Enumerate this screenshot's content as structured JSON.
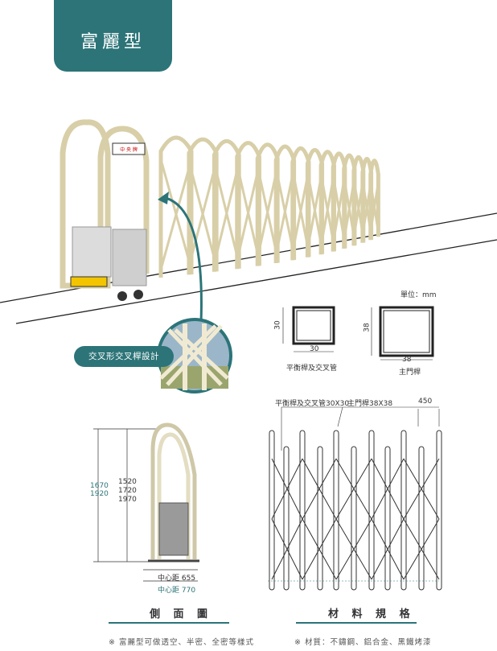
{
  "header": {
    "title": "富麗型"
  },
  "callout": {
    "label": "交叉形交叉桿設計"
  },
  "cross_section": {
    "unit_label": "單位：mm",
    "tube_small": {
      "dim_side": "30",
      "dim_bottom": "30",
      "caption": "平衡桿及交叉管"
    },
    "tube_large": {
      "dim_side": "38",
      "dim_bottom": "38",
      "caption": "主門桿"
    }
  },
  "side_view": {
    "dims_outer": [
      "1670",
      "1920"
    ],
    "dims_inner": [
      "1520",
      "1720",
      "1970"
    ],
    "center_distance_1": "中心距 655",
    "center_distance_2": "中心距 770",
    "section_title": "側 面 圖"
  },
  "spec_view": {
    "label_left": "平衡桿及交叉管30X30",
    "label_mid": "主門桿38X38",
    "label_right": "450",
    "section_title": "材 料 規 格"
  },
  "notes": {
    "left": "※ 富麗型可做透空、半密、全密等樣式",
    "right": "※ 材質：不鏽鋼、鋁合金、黑鐵烤漆"
  },
  "sign_text": "中 央 牌",
  "colors": {
    "accent": "#2c7478",
    "gate_cream": "#eee6c8",
    "gate_edge": "#b8ad86"
  }
}
